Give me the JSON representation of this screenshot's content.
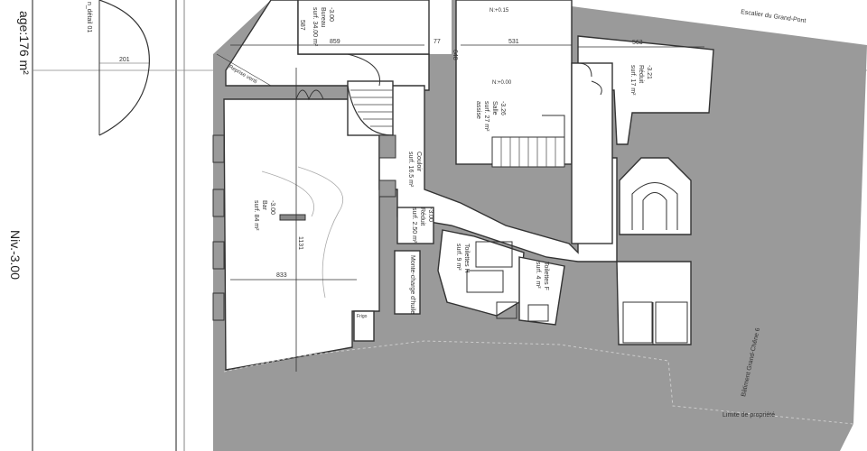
{
  "colors": {
    "paper": "#ffffff",
    "wall": "#9a9a9a",
    "wall_dark": "#8c8c8c",
    "line": "#2a2a2a",
    "faint": "#bfbfbf"
  },
  "margin": {
    "area_label": "age:176 m²",
    "level_label": "Niv.-3.00",
    "detail_label": "n_détail 01",
    "arc_dimension": "201"
  },
  "dimensions": {
    "d859": "859",
    "d77": "77",
    "d531": "531",
    "d563": "563",
    "d587": "587",
    "d648": "648",
    "d1131": "1131",
    "d833": "833"
  },
  "notes": {
    "stair_name": "Escalier du Grand-Pont",
    "property_limit": "Limite de propriété",
    "neighbour": "Bâtiment Grand-Chêne 6",
    "return_air": "Reprise venti",
    "mezz_level": "N:+0.15",
    "salle_level": "N:+0.00"
  },
  "rooms": {
    "bureau": {
      "level": "-3.00",
      "name": "Bureau",
      "area": "surf. 34.00 m²"
    },
    "reduit_tr": {
      "level": "-3.21",
      "name": "Réduit",
      "area": "surf. 17 m²"
    },
    "salle": {
      "level": "-3.26",
      "name": "Salle",
      "area": "surf. 27 m²",
      "extra": "assise"
    },
    "bar": {
      "level": "-3.00",
      "name": "Bar",
      "area": "surf. 84 m²"
    },
    "couloir": {
      "name": "Couloir",
      "area": "surf. 16.5 m²"
    },
    "reduit_small": {
      "level": "-3.00",
      "name": "Réduit",
      "area": "surf. 2.50 m²"
    },
    "monte_charge": {
      "name": "Monte-charge d'huile"
    },
    "toilettes_h": {
      "name": "Toilettes H",
      "area": "surf. 9 m²"
    },
    "toilettes_f": {
      "name": "Toilettes F",
      "area": "surf. 4 m²"
    },
    "frigo": {
      "name": "Frigo"
    }
  }
}
